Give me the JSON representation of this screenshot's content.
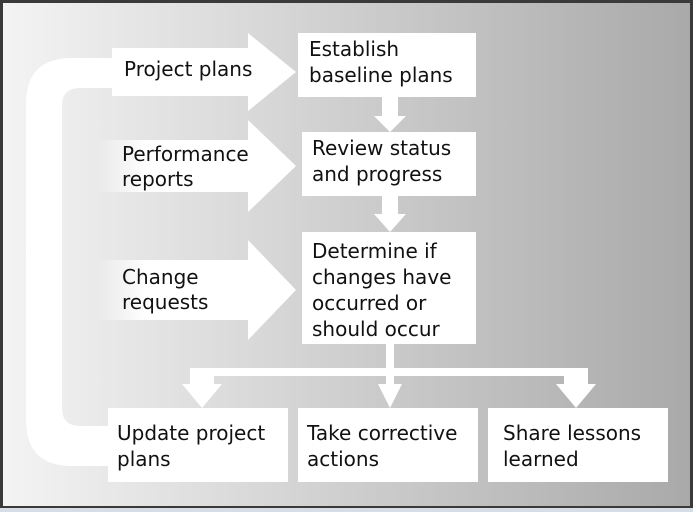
{
  "colors": {
    "frame_border": "#3a3a3a",
    "background_light": "#f4f4f4",
    "background_dark": "#a9a9a9",
    "box_fill": "#ffffff",
    "connector": "#ffffff",
    "text": "#111111"
  },
  "inputs": {
    "project_plans": "Project plans",
    "performance_reports": [
      "Performance",
      "reports"
    ],
    "change_requests": [
      "Change",
      "requests"
    ]
  },
  "steps": {
    "establish_baseline": [
      "Establish",
      "baseline plans"
    ],
    "review_status": [
      "Review status",
      "and progress"
    ],
    "determine_changes": [
      "Determine if",
      "changes have",
      "occurred or",
      "should occur"
    ]
  },
  "outcomes": {
    "update_plans": [
      "Update project",
      "plans"
    ],
    "corrective_actions": [
      "Take corrective",
      "actions"
    ],
    "share_lessons": [
      "Share lessons",
      "learned"
    ]
  }
}
